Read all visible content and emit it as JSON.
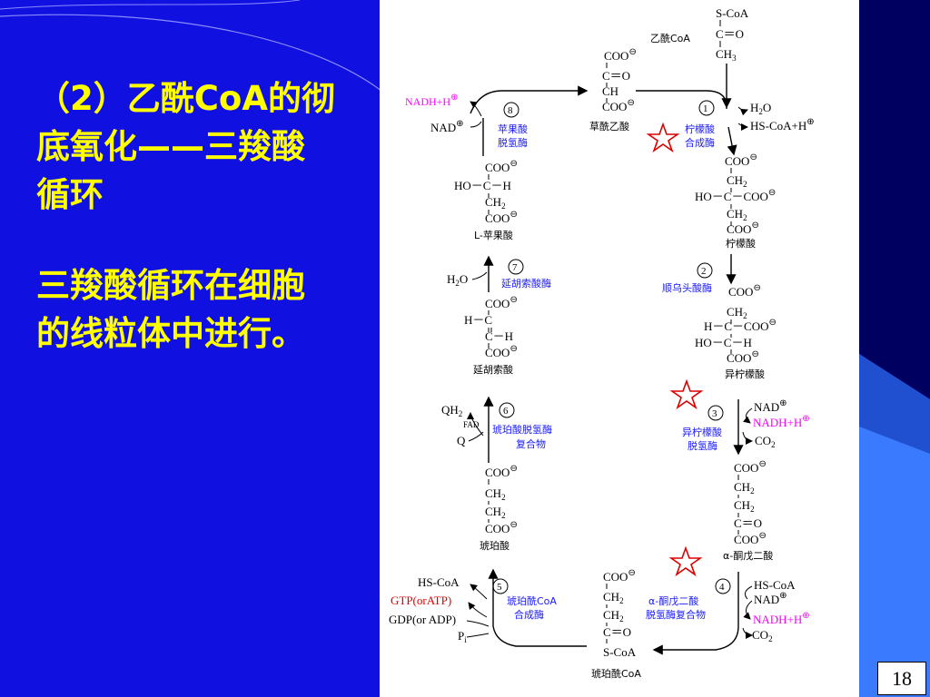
{
  "slide": {
    "title": "（2）乙酰CoA的彻底氧化——三羧酸循环",
    "body": "三羧酸循环在细胞的线粒体中进行。",
    "page_number": "18"
  },
  "colors": {
    "background": "#1010e0",
    "title_text": "#ffff00",
    "enzyme_text": "#1a1aff",
    "nadh_text": "#ff00ff",
    "star": "#dd0000"
  },
  "acetyl": {
    "scoa": "S-CoA",
    "co": "C＝O",
    "ch3": "CH",
    "ch3_sub": "3",
    "label": "乙酰CoA"
  },
  "oxaloacetate": {
    "label": "草酰乙酸"
  },
  "step1": {
    "num": "1",
    "enzyme_l1": "柠檬酸",
    "enzyme_l2": "合成酶",
    "h2o": "H",
    "h2o_sub": "2",
    "h2o_o": "O",
    "hscoa": "HS-CoA+H"
  },
  "citrate": {
    "label": "柠檬酸"
  },
  "step2": {
    "num": "2",
    "enzyme": "顺乌头酸酶"
  },
  "isocitrate": {
    "label": "异柠檬酸"
  },
  "step3": {
    "num": "3",
    "enzyme_l1": "异柠檬酸",
    "enzyme_l2": "脱氢酶",
    "nad": "NAD",
    "nadh": "NADH+H",
    "co2": "CO",
    "co2_sub": "2"
  },
  "akg": {
    "label": "α-酮戊二酸"
  },
  "step4": {
    "num": "4",
    "enzyme_l1": "α-酮戊二酸",
    "enzyme_l2": "脱氢酶复合物",
    "hscoa": "HS-CoA",
    "nad": "NAD",
    "nadh": "NADH+H",
    "co2": "CO",
    "co2_sub": "2"
  },
  "succinyl_coa": {
    "label": "琥珀酰CoA",
    "scoa": "S-CoA"
  },
  "step5": {
    "num": "5",
    "enzyme_l1": "琥珀酰CoA",
    "enzyme_l2": "合成酶",
    "hscoa": "HS-CoA",
    "gtp": "GTP(orATP)",
    "gdp": "GDP(or ADP)",
    "pi": "P",
    "pi_sub": "i"
  },
  "succinate": {
    "label": "琥珀酸"
  },
  "step6": {
    "num": "6",
    "enzyme_l1": "琥珀酸脱氢酶",
    "enzyme_l2": "复合物",
    "qh2": "QH",
    "qh2_sub": "2",
    "fad": "FAD",
    "q": "Q"
  },
  "fumarate": {
    "label": "延胡索酸"
  },
  "step7": {
    "num": "7",
    "enzyme": "延胡索酸酶",
    "h2o": "H",
    "h2o_sub": "2",
    "h2o_o": "O"
  },
  "malate": {
    "label": "L-苹果酸"
  },
  "step8": {
    "num": "8",
    "enzyme_l1": "苹果酸",
    "enzyme_l2": "脱氢酶",
    "nadh": "NADH+H",
    "nad": "NAD"
  },
  "chem": {
    "coo": "COO",
    "c": "C",
    "ch": "CH",
    "ch2": "CH",
    "sub2": "2",
    "co": "C＝O",
    "ho_c_h": "HO－C－H",
    "c_h": "C－H",
    "h_c": "H－C",
    "ho_c_coo": "HO－C－COO",
    "h_c_coo": "H－C－COO",
    "ho_c_h2": "HO－C－H"
  },
  "charges": {
    "minus": "⊖",
    "plus": "⊕"
  }
}
